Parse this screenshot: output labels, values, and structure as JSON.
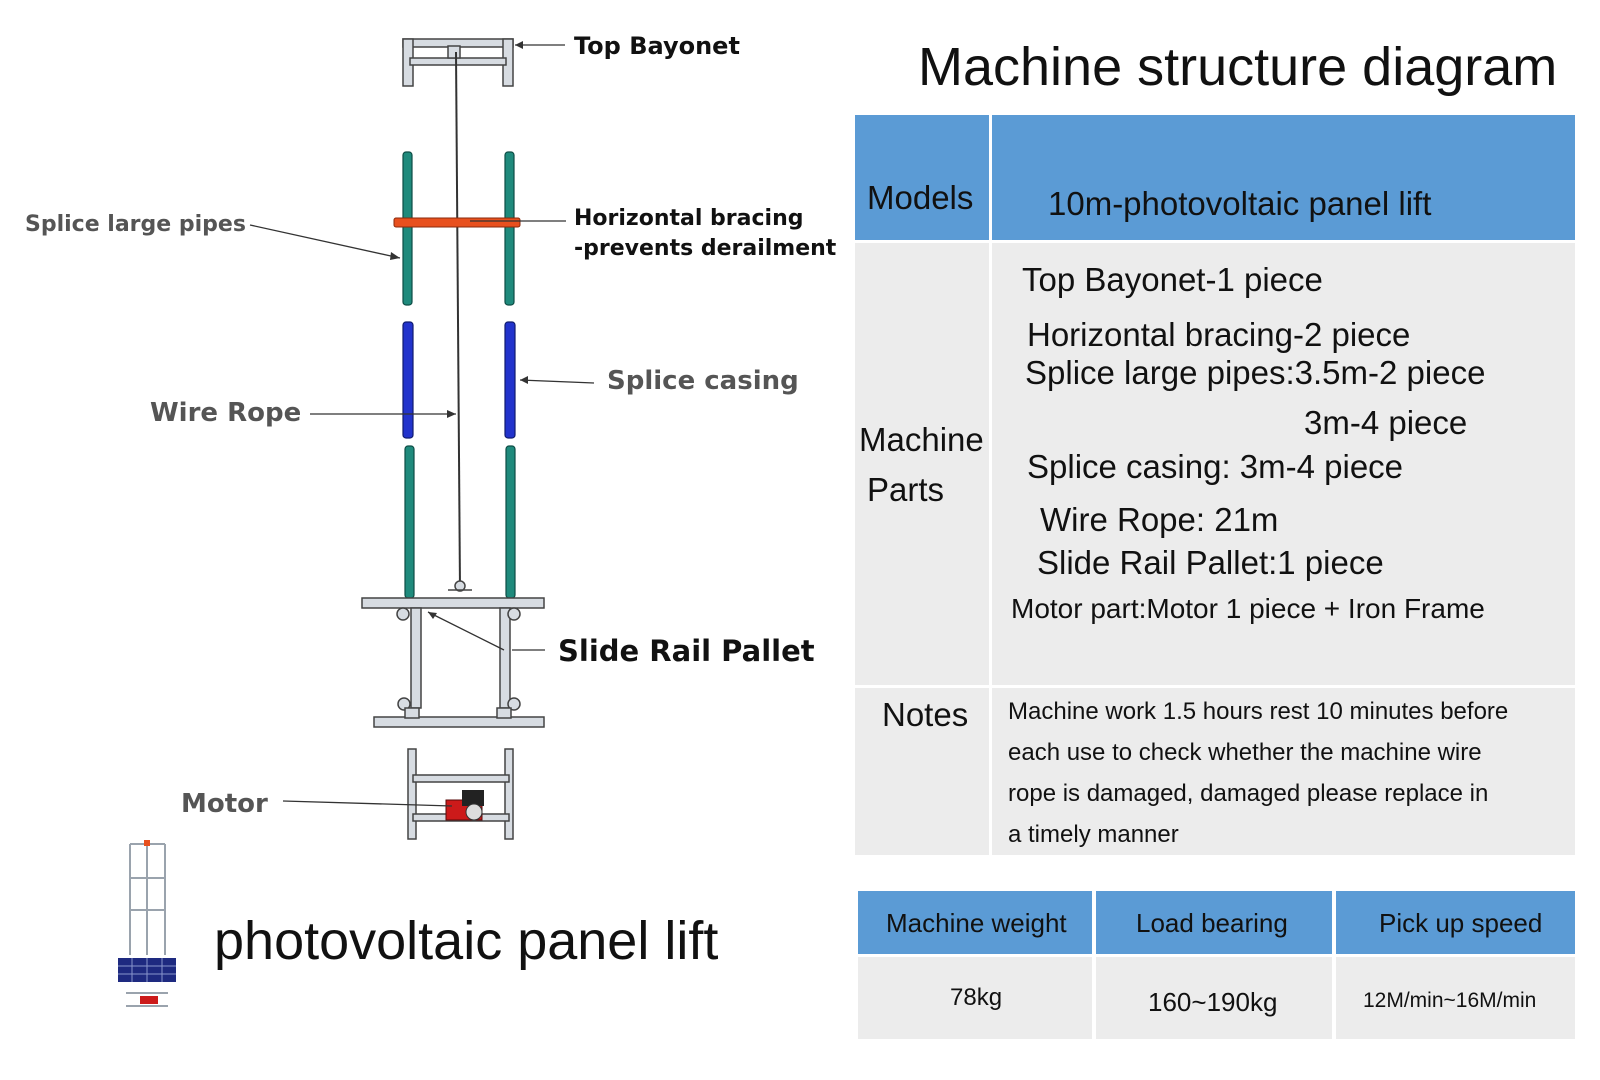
{
  "diagram": {
    "labels": {
      "top_bayonet": "Top Bayonet",
      "splice_large_pipes": "Splice large pipes",
      "horizontal_bracing_line1": "Horizontal bracing",
      "horizontal_bracing_line2": "-prevents derailment",
      "splice_casing": "Splice casing",
      "wire_rope": "Wire Rope",
      "slide_rail_pallet": "Slide Rail Pallet",
      "motor": "Motor"
    },
    "caption": "photovoltaic panel lift",
    "colors": {
      "frame": "#bfc6cf",
      "large_pipe": "#1f8a7c",
      "casing": "#2233cc",
      "bracing": "#e8501e",
      "motor": "#cc1a1a"
    }
  },
  "title": "Machine structure diagram",
  "spec_table": {
    "models_label": "Models",
    "models_value": "10m-photovoltaic panel lift",
    "parts_label_line1": "Machine",
    "parts_label_line2": "Parts",
    "parts": [
      "Top Bayonet-1 piece",
      "Horizontal bracing-2 piece",
      "Splice large pipes:3.5m-2 piece",
      "3m-4 piece",
      "Splice casing: 3m-4 piece",
      "Wire Rope: 21m",
      "Slide Rail Pallet:1 piece",
      "Motor part:Motor 1 piece + Iron Frame"
    ],
    "notes_label": "Notes",
    "notes_lines": [
      "Machine work 1.5 hours rest 10 minutes before",
      " each use to check whether the machine wire",
      "rope is damaged, damaged please replace in",
      "a timely manner"
    ]
  },
  "specs": {
    "headers": [
      "Machine weight",
      "Load bearing",
      "Pick up speed"
    ],
    "values": [
      "78kg",
      "160~190kg",
      "12M/min~16M/min"
    ]
  },
  "colors": {
    "header_blue": "#5b9bd5",
    "cell_gray": "#ececec"
  }
}
